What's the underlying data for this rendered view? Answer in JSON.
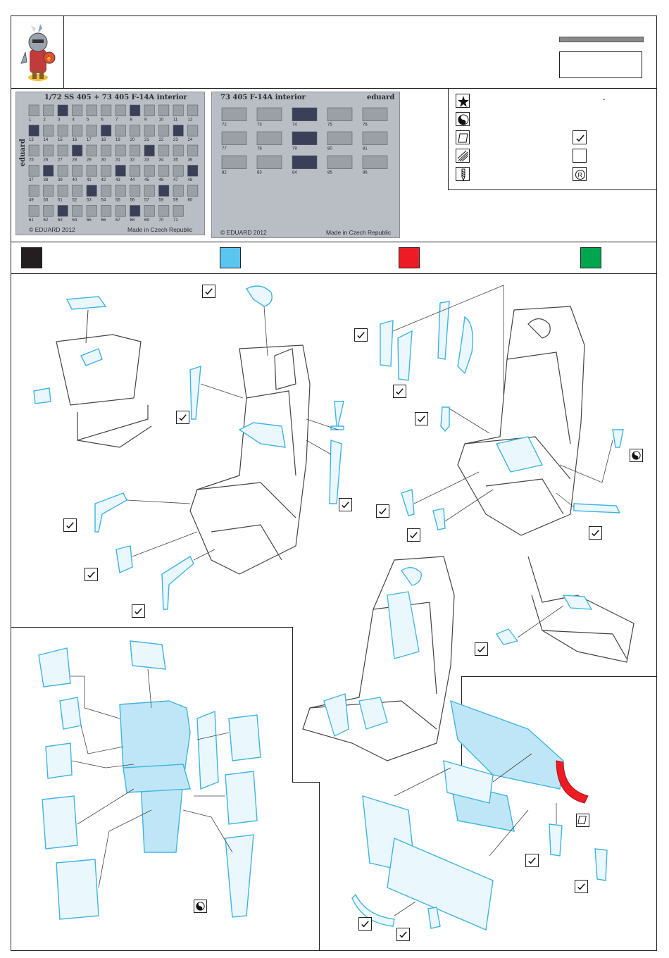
{
  "fret_left": {
    "header": "1/72    SS 405 + 73 405  F-14A interior",
    "side_brand": "eduard",
    "copyright": "© EDUARD 2012",
    "made_in": "Made in Czech Republic",
    "part_numbers": [
      "1",
      "2",
      "3",
      "4",
      "5",
      "6",
      "7",
      "8",
      "9",
      "10",
      "11",
      "12",
      "13",
      "14",
      "15",
      "16",
      "17",
      "18",
      "19",
      "20",
      "21",
      "22",
      "23",
      "24",
      "25",
      "26",
      "27",
      "28",
      "29",
      "30",
      "31",
      "32",
      "33",
      "34",
      "35",
      "36",
      "37",
      "38",
      "39",
      "40",
      "41",
      "42",
      "43",
      "44",
      "45",
      "46",
      "47",
      "48",
      "49",
      "50",
      "51",
      "52",
      "53",
      "54",
      "55",
      "56",
      "57",
      "58",
      "59",
      "60",
      "61",
      "62",
      "63",
      "64",
      "65",
      "66",
      "67",
      "68",
      "69",
      "70",
      "71"
    ]
  },
  "fret_right": {
    "header": "73 405  F-14A interior",
    "brand": "eduard",
    "copyright": "© EDUARD 2012",
    "made_in": "Made in Czech Republic",
    "part_numbers": [
      "72",
      "73",
      "74",
      "75",
      "76",
      "77",
      "78",
      "79",
      "80",
      "81",
      "82",
      "83",
      "84",
      "85",
      "86"
    ]
  },
  "legend": {
    "dash_mark": "-",
    "icons": [
      "star-icon",
      "yin-yang-icon",
      "sheet-icon",
      "hatched-sheet-icon",
      "drill-icon",
      "check-icon",
      "empty-box-icon",
      "r-circle-icon"
    ]
  },
  "colors": {
    "black": "#231f20",
    "light_blue": "#5bc4ef",
    "red": "#ed1c24",
    "green": "#00a54f",
    "part_line": "#3fb4e3",
    "sketch_line": "#444444"
  }
}
